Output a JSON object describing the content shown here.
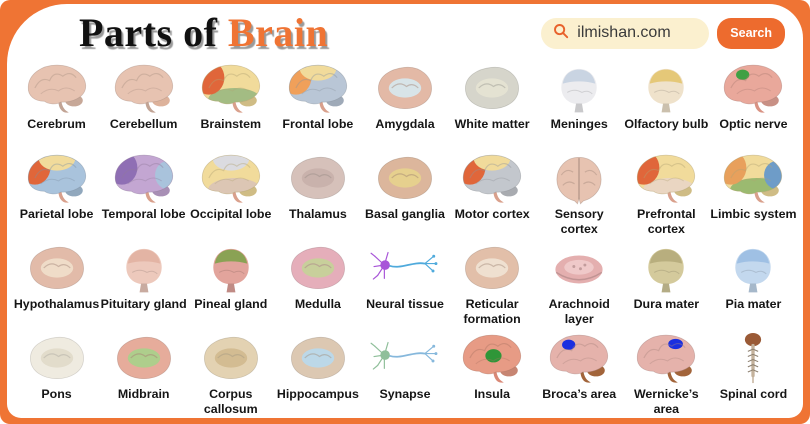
{
  "colors": {
    "accent": "#EF7434",
    "search_pill_bg": "#FBF0CF",
    "search_button_bg": "#ED6B2E",
    "title_orange": "#EF7434",
    "title_black": "#111111"
  },
  "header": {
    "title_part1": "Parts of",
    "title_part2": "Brain",
    "search": {
      "icon": "search-icon",
      "query": "ilmishan.com",
      "button_label": "Search"
    }
  },
  "grid": {
    "items": [
      {
        "label": "Cerebrum",
        "icon": "brain-side",
        "colors": {
          "body": "#E7C3B1"
        }
      },
      {
        "label": "Cerebellum",
        "icon": "brain-side",
        "colors": {
          "body": "#E7C3B1",
          "cb": "#DDB29B"
        }
      },
      {
        "label": "Brainstem",
        "icon": "brain-lobes",
        "colors": {
          "body": "#F1DB9B",
          "front": "#E0663A",
          "low": "#A3BC83",
          "stem": "#D9A08C"
        }
      },
      {
        "label": "Frontal lobe",
        "icon": "brain-lobes",
        "colors": {
          "body": "#B9C6D6",
          "front": "#F0A05A",
          "top": "#F1DB9B",
          "stem": "#D9A08C"
        }
      },
      {
        "label": "Amygdala",
        "icon": "cross-section",
        "colors": {
          "body": "#E3B9A6",
          "inner": "#D8E4E8"
        }
      },
      {
        "label": "White matter",
        "icon": "cross-section",
        "colors": {
          "body": "#D6D5CB",
          "inner": "#E4E2D2"
        }
      },
      {
        "label": "Meninges",
        "icon": "layered-gland",
        "colors": {
          "body": "#ECECEF",
          "accent": "#C9D4E2"
        }
      },
      {
        "label": "Olfactory bulb",
        "icon": "layered-gland",
        "colors": {
          "body": "#EFE2CB",
          "accent": "#E5C878"
        }
      },
      {
        "label": "Optic nerve",
        "icon": "brain-patch-front",
        "colors": {
          "body": "#E9A89B",
          "mark": "#3FA044",
          "stem": "#D99384"
        }
      },
      {
        "label": "Parietal lobe",
        "icon": "brain-lobes",
        "colors": {
          "body": "#A9C3DC",
          "front": "#E0663A",
          "top": "#F1DB9B",
          "stem": "#D9A08C"
        }
      },
      {
        "label": "Temporal lobe",
        "icon": "brain-lobes",
        "colors": {
          "body": "#C3A6D2",
          "front": "#8F6FB4",
          "back": "#A9C3DC",
          "stem": "#D9A08C"
        }
      },
      {
        "label": "Occipital lobe",
        "icon": "brain-lobes",
        "colors": {
          "body": "#F1DB9B",
          "top": "#DBDBE0",
          "low": "#DCC6B4",
          "stem": "#D9A08C"
        }
      },
      {
        "label": "Thalamus",
        "icon": "cross-section",
        "colors": {
          "body": "#D6C1BA",
          "inner": "#C9B2AC"
        }
      },
      {
        "label": "Basal ganglia",
        "icon": "cross-section",
        "colors": {
          "body": "#DCB69C",
          "inner": "#E6D08E"
        }
      },
      {
        "label": "Motor cortex",
        "icon": "brain-lobes",
        "colors": {
          "body": "#C3C7CD",
          "front": "#E0663A",
          "top": "#F1DB9B",
          "stem": "#D9A08C"
        }
      },
      {
        "label": "Sensory cortex",
        "icon": "brain-front",
        "colors": {
          "body": "#E7C3B1"
        }
      },
      {
        "label": "Prefrontal cortex",
        "icon": "brain-lobes",
        "colors": {
          "body": "#F1DB9B",
          "front": "#E0663A",
          "low": "#EAD6C2",
          "stem": "#D9A08C"
        }
      },
      {
        "label": "Limbic system",
        "icon": "brain-lobes",
        "colors": {
          "body": "#F1DB9B",
          "front": "#E8A05C",
          "back": "#6E9CC8",
          "low": "#9BBA70",
          "stem": "#D9A08C"
        }
      },
      {
        "label": "Hypothalamus",
        "icon": "cross-section",
        "colors": {
          "body": "#E2BBA9",
          "inner": "#EFDCC8"
        }
      },
      {
        "label": "Pituitary gland",
        "icon": "layered-gland",
        "colors": {
          "body": "#EDC9BC",
          "accent": "#E3B4A4"
        }
      },
      {
        "label": "Pineal gland",
        "icon": "layered-gland",
        "colors": {
          "body": "#E2A49C",
          "accent": "#8AA254"
        }
      },
      {
        "label": "Medulla",
        "icon": "cross-section",
        "colors": {
          "body": "#E5AEBA",
          "inner": "#C8CF9B"
        }
      },
      {
        "label": "Neural tissue",
        "icon": "neuron",
        "colors": {
          "soma": "#A855D8",
          "axon": "#4FAADC"
        }
      },
      {
        "label": "Reticular formation",
        "icon": "cross-section",
        "colors": {
          "body": "#E2BFA9",
          "inner": "#EFE0D0"
        }
      },
      {
        "label": "Arachnoid layer",
        "icon": "disc",
        "colors": {
          "body": "#E4AFAF",
          "inner": "#EFC9C9"
        }
      },
      {
        "label": "Dura mater",
        "icon": "layered-gland",
        "colors": {
          "body": "#D4CA9C",
          "accent": "#B8AE7E"
        }
      },
      {
        "label": "Pia mater",
        "icon": "layered-gland",
        "colors": {
          "body": "#C3D8EE",
          "accent": "#9FC0E4"
        }
      },
      {
        "label": "Pons",
        "icon": "cross-section",
        "colors": {
          "body": "#EFEBE0",
          "inner": "#E2DCCB"
        }
      },
      {
        "label": "Midbrain",
        "icon": "cross-section",
        "colors": {
          "body": "#E6AC9B",
          "inner": "#AECE8C"
        }
      },
      {
        "label": "Corpus callosum",
        "icon": "cross-section",
        "colors": {
          "body": "#E3D2B2",
          "inner": "#D3BC92"
        }
      },
      {
        "label": "Hippocampus",
        "icon": "cross-section",
        "colors": {
          "body": "#DCC8B2",
          "inner": "#BCD8E8"
        }
      },
      {
        "label": "Synapse",
        "icon": "neuron",
        "colors": {
          "soma": "#8FBF9A",
          "axon": "#86B8DC"
        }
      },
      {
        "label": "Insula",
        "icon": "brain-patch-mid",
        "colors": {
          "body": "#E79B85",
          "mark": "#2F9638",
          "stem": "#D98876"
        }
      },
      {
        "label": "Broca’s area",
        "icon": "brain-patch-front",
        "colors": {
          "body": "#E5B2AB",
          "mark": "#1B2FE0",
          "stem": "#A2643A",
          "cb": "#A2643A"
        }
      },
      {
        "label": "Wernicke’s area",
        "icon": "brain-patch-back",
        "colors": {
          "body": "#E5B2AB",
          "mark": "#1B2FE0",
          "stem": "#A2643A",
          "cb": "#A2643A"
        }
      },
      {
        "label": "Spinal cord",
        "icon": "spinal-cord",
        "colors": {
          "cord": "#C4B29C",
          "top": "#9A5A36"
        }
      }
    ]
  }
}
